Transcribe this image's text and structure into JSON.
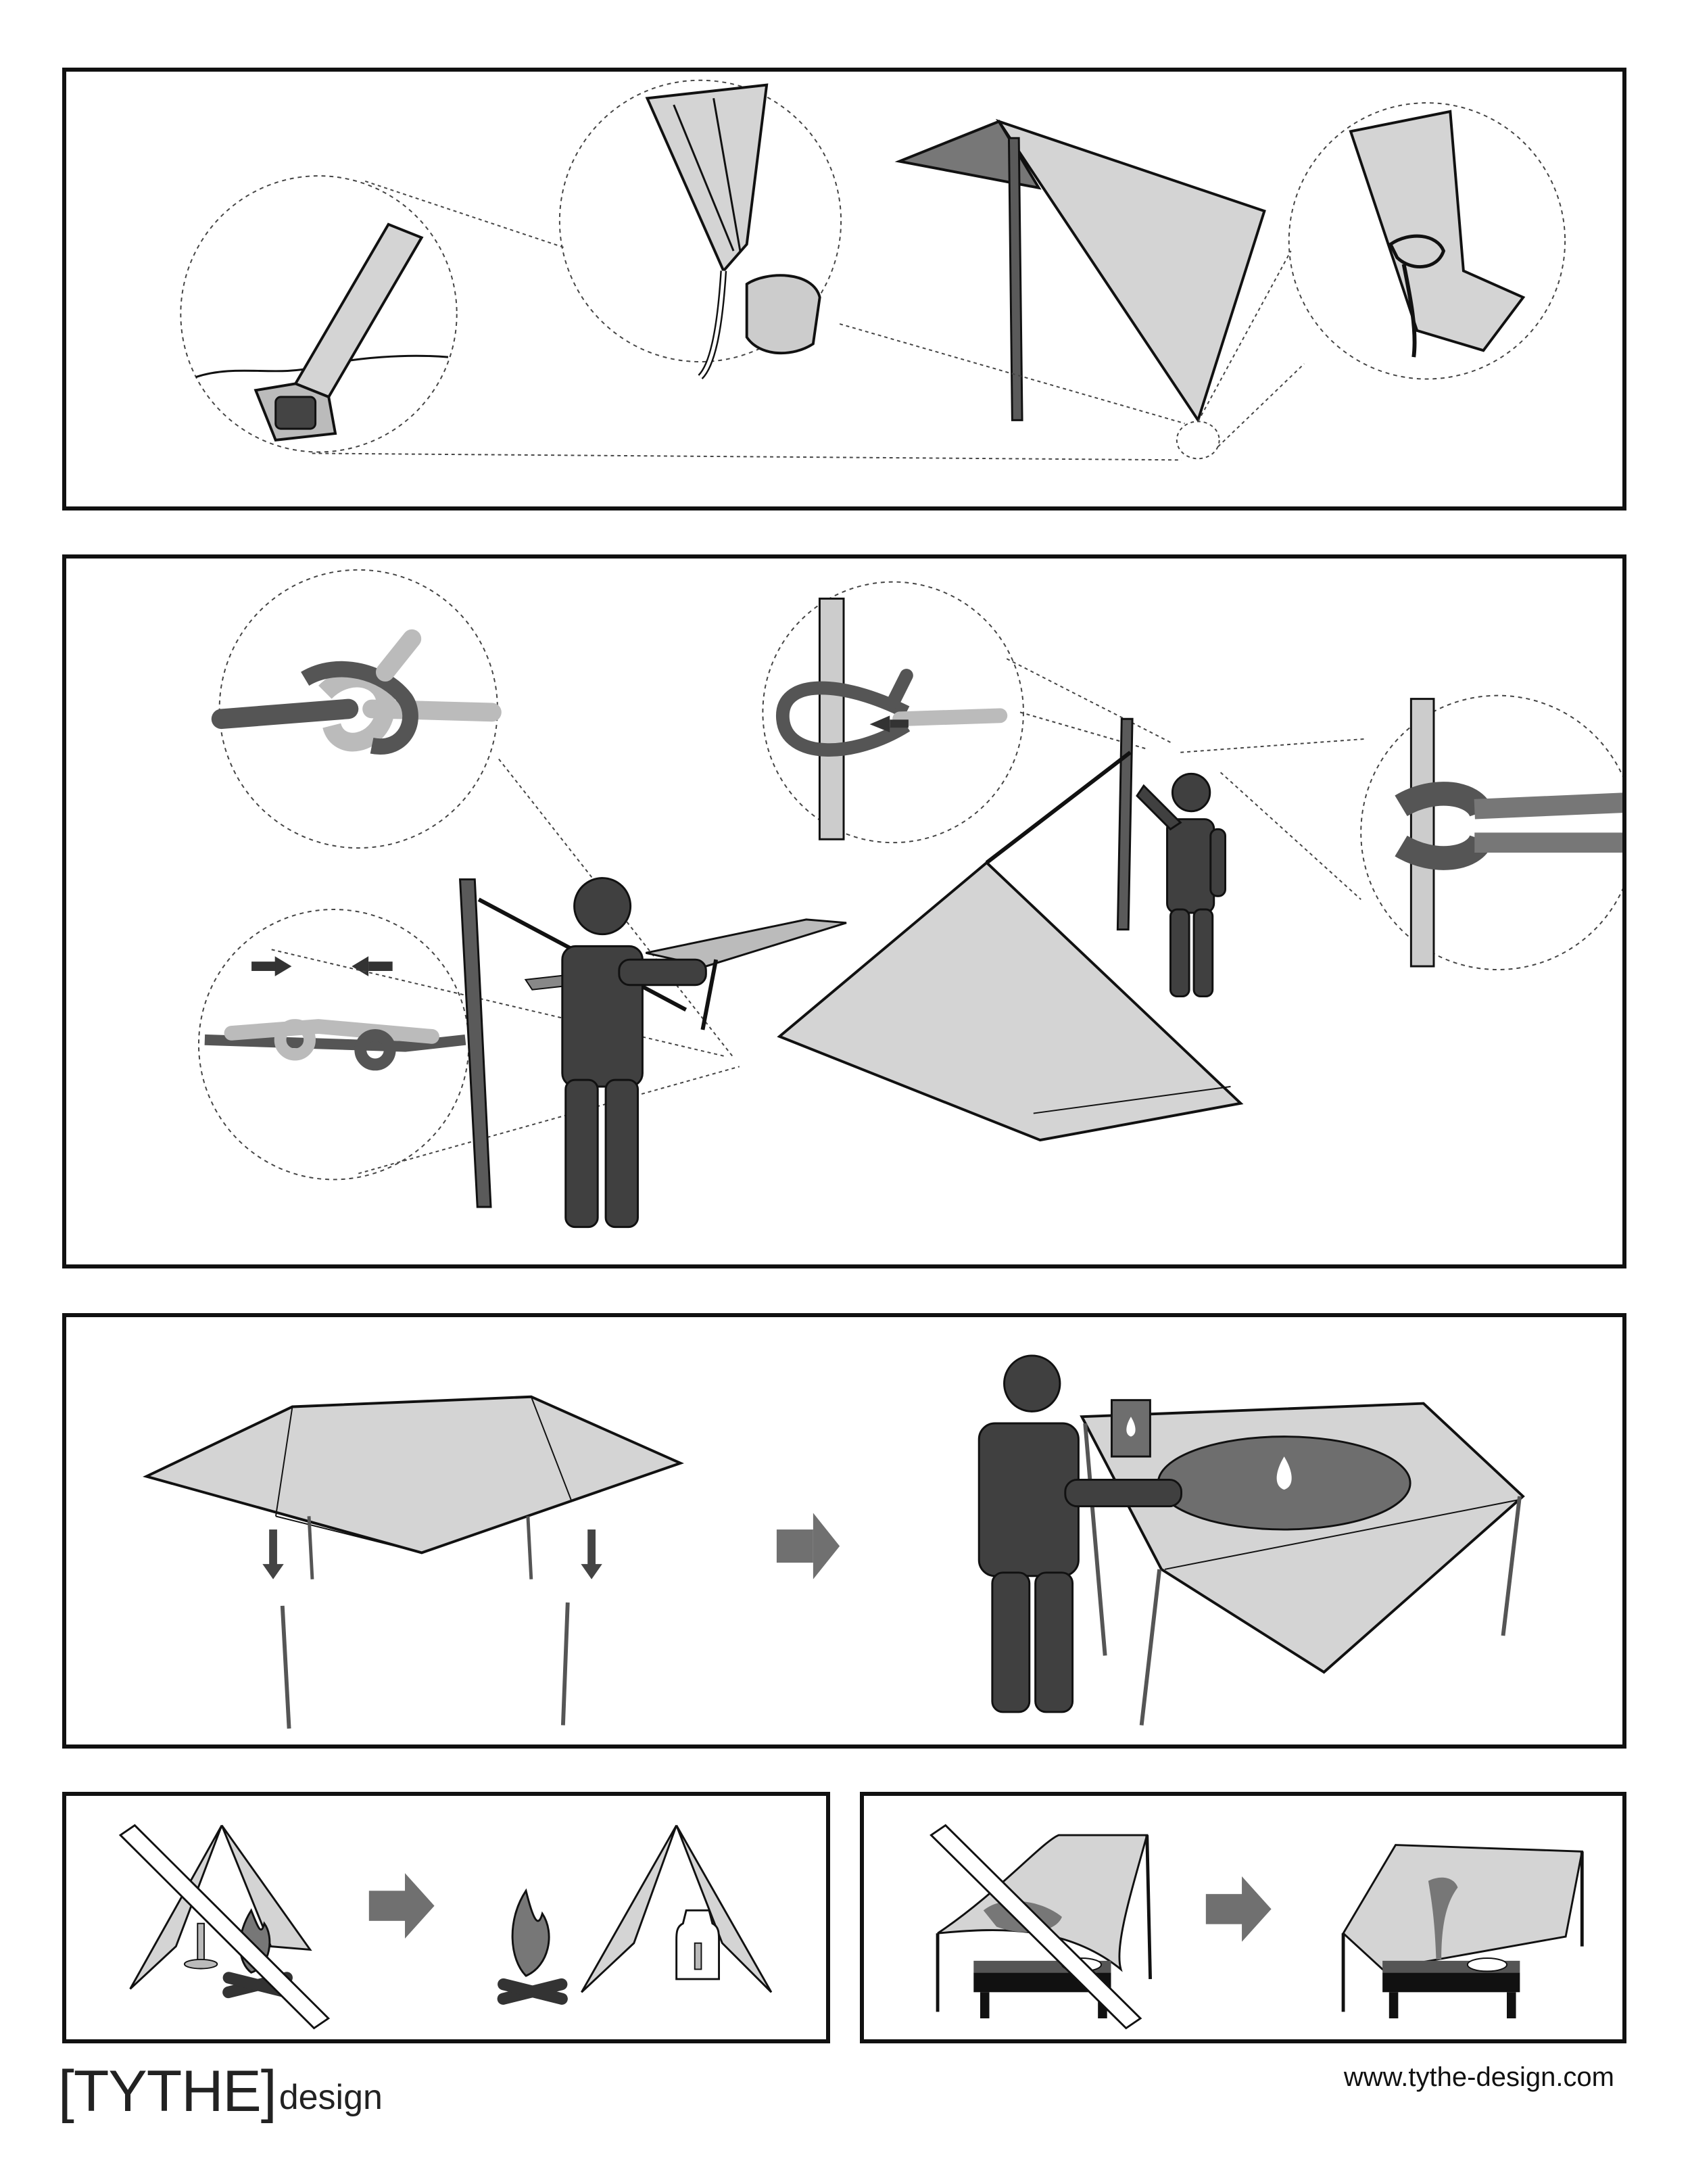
{
  "brand": {
    "main": "[TYTHE]",
    "sub": "design"
  },
  "footer": {
    "url": "www.tythe-design.com"
  },
  "colors": {
    "tarp": "#d4d4d4",
    "figure": "#404040",
    "pole": "#5a5a5a",
    "arrow": "#707070",
    "water": "#6e6e6e",
    "outline": "#111111"
  },
  "icons": {
    "prohibited": "strike-through-icon",
    "next_step": "right-arrow-icon",
    "water_drop": "water-drop-icon",
    "campfire": "campfire-icon",
    "candle": "candle-icon"
  }
}
